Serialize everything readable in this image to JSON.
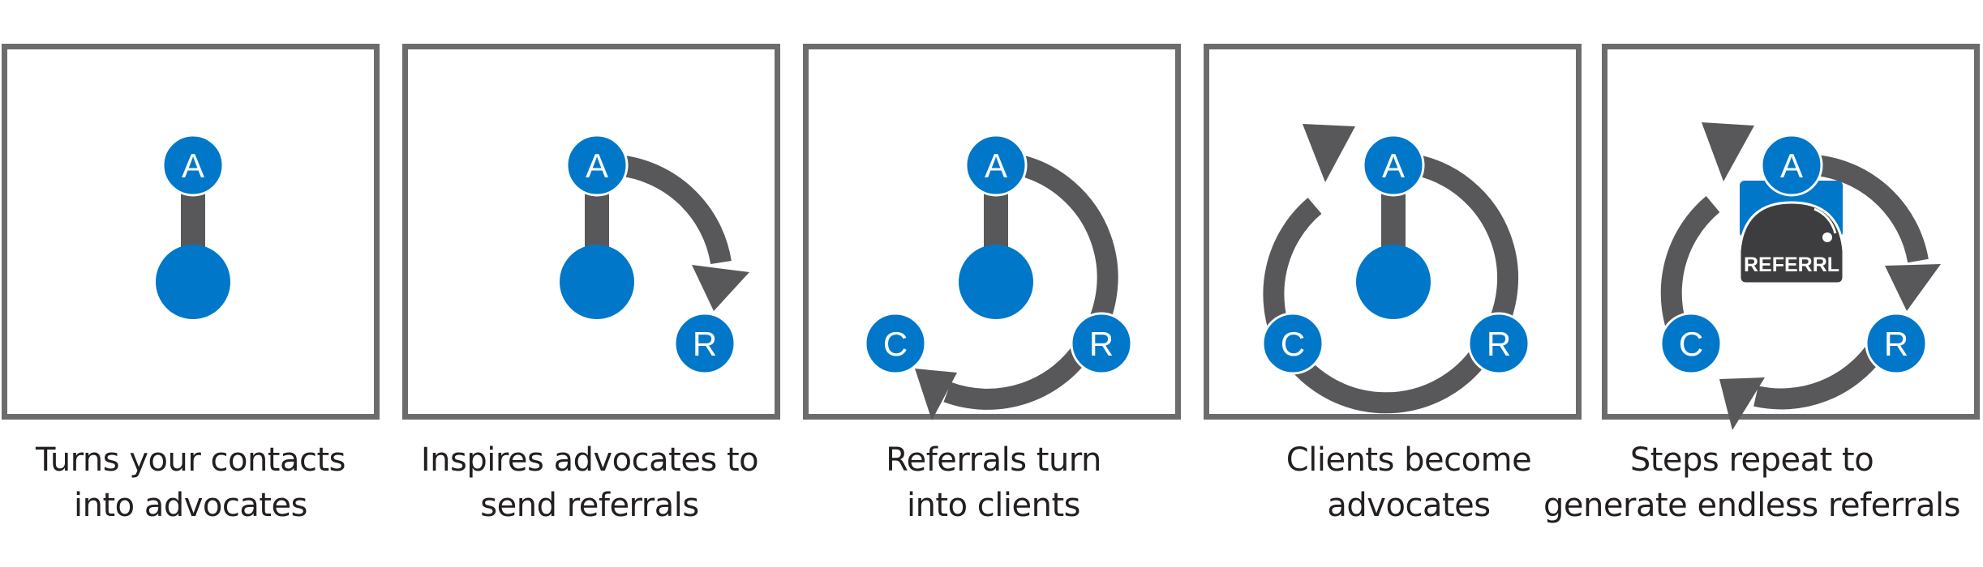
{
  "colors": {
    "node": "#0077c8",
    "stem": "#58585a",
    "arrow": "#58585a",
    "border": "#6c6c6e",
    "text": "#231f20"
  },
  "labels": {
    "advocate": "A",
    "referral": "R",
    "client": "C"
  },
  "logo": {
    "text": "REFERRL"
  },
  "steps": [
    {
      "caption_line1": "Turns your contacts",
      "caption_line2": "into advocates"
    },
    {
      "caption_line1": "Inspires advocates to",
      "caption_line2": "send referrals"
    },
    {
      "caption_line1": "Referrals turn",
      "caption_line2": "into clients"
    },
    {
      "caption_line1": "Clients become",
      "caption_line2": "advocates"
    },
    {
      "caption_line1": "Steps repeat to",
      "caption_line2": "generate endless referrals"
    }
  ]
}
